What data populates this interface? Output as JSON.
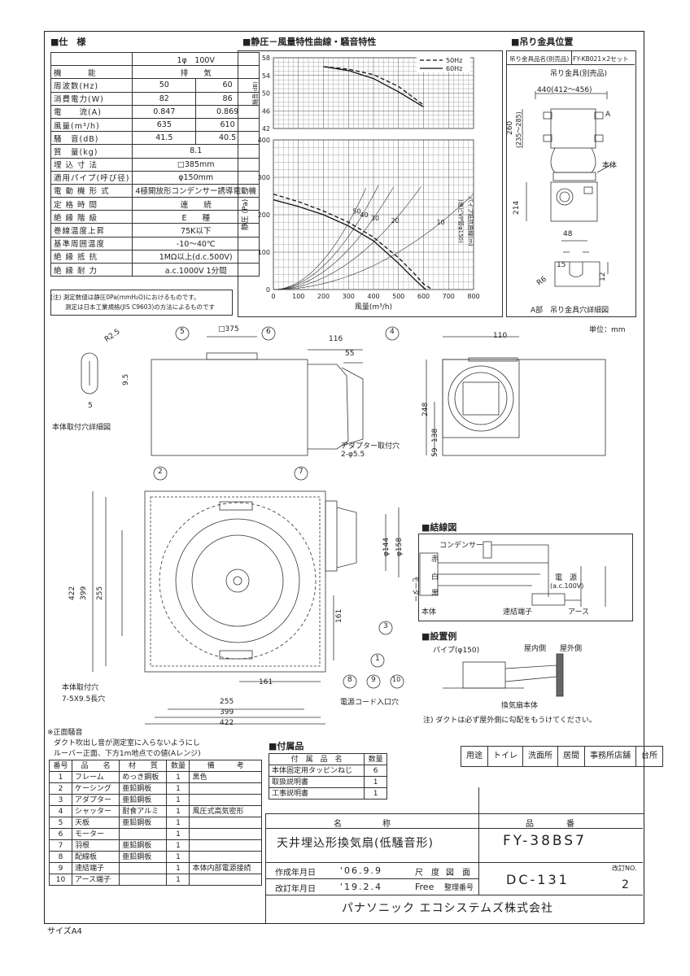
{
  "spec": {
    "title": "■仕　様",
    "phase": "1φ　100V",
    "rows": [
      {
        "label": "機　　　能",
        "v1": "排　　気",
        "v2": ""
      },
      {
        "label": "周波数(Hz)",
        "v1": "50",
        "v2": "60"
      },
      {
        "label": "消費電力(W)",
        "v1": "82",
        "v2": "86"
      },
      {
        "label": "電　　流(A)",
        "v1": "0.847",
        "v2": "0.869"
      },
      {
        "label": "風量(m³/h)",
        "v1": "635",
        "v2": "610"
      },
      {
        "label": "騒　音(dB)",
        "v1": "41.5",
        "v2": "40.5"
      },
      {
        "label": "質　量(kg)",
        "v1": "8.1",
        "v2": ""
      },
      {
        "label": "埋 込 寸 法",
        "v1": "□385mm",
        "v2": ""
      },
      {
        "label": "適用パイプ(呼び径)",
        "v1": "φ150mm",
        "v2": ""
      },
      {
        "label": "電 動 機 形 式",
        "v1": "4極開放形コンデンサー誘導電動機",
        "v2": ""
      },
      {
        "label": "定 格 時 間",
        "v1": "連　　続",
        "v2": ""
      },
      {
        "label": "絶 縁 階 級",
        "v1": "E　　種",
        "v2": ""
      },
      {
        "label": "巻線温度上昇",
        "v1": "75K以下",
        "v2": ""
      },
      {
        "label": "基準周囲温度",
        "v1": "-10～40℃",
        "v2": ""
      },
      {
        "label": "絶 縁 抵 抗",
        "v1": "1MΩ以上(d.c.500V)",
        "v2": ""
      },
      {
        "label": "絶 縁 耐 力",
        "v1": "a.c.1000V 1分間",
        "v2": ""
      }
    ],
    "note1": "(注) 測定数値は静圧0Pa(mmH₂O)におけるものです。",
    "note2": "測定は日本工業規格(JIS C9603)の方法によるものです"
  },
  "chart_title": "■静圧－風量特性曲線・騒音特性",
  "chart_data": {
    "type": "line",
    "xlabel": "風量(m³/h)",
    "ylabel": "静圧 (Pa)",
    "noise_ylabel": "騒音(dB)",
    "pipe_label_1": "パイプ抵抗曲線(m)",
    "pipe_label_2": "(塩ビVP管φ150)",
    "x_ticks": [
      "0",
      "100",
      "200",
      "300",
      "400",
      "500",
      "600",
      "700",
      "800"
    ],
    "y_ticks": [
      "0",
      "100",
      "200",
      "300",
      "400"
    ],
    "noise_ticks": [
      "42",
      "46",
      "50",
      "54",
      "58"
    ],
    "xlim": [
      0,
      800
    ],
    "ylim": [
      0,
      400
    ],
    "noise_ylim": [
      42,
      58
    ],
    "legend": [
      "50Hz",
      "60Hz"
    ],
    "series": [
      {
        "name": "50Hz",
        "x": [
          0,
          100,
          200,
          300,
          400,
          500,
          560,
          600,
          635
        ],
        "y": [
          255,
          235,
          210,
          180,
          140,
          85,
          45,
          15,
          0
        ]
      },
      {
        "name": "60Hz",
        "x": [
          0,
          100,
          200,
          300,
          400,
          500,
          560,
          600,
          610
        ],
        "y": [
          240,
          222,
          200,
          170,
          130,
          70,
          30,
          5,
          0
        ]
      }
    ],
    "noise_series": [
      {
        "name": "50Hz",
        "x": [
          200,
          300,
          400,
          500,
          600
        ],
        "y": [
          56.0,
          55.4,
          54.2,
          51.5,
          47.3
        ]
      },
      {
        "name": "60Hz",
        "x": [
          200,
          300,
          400,
          500,
          600
        ],
        "y": [
          56.0,
          55.1,
          53.3,
          50.3,
          46.9
        ]
      }
    ],
    "pipe_curves": [
      {
        "label": "50",
        "k": 0.00198
      },
      {
        "label": "40",
        "k": 0.00158
      },
      {
        "label": "30",
        "k": 0.00119
      },
      {
        "label": "20",
        "k": 0.00079
      },
      {
        "label": "10",
        "k": 0.0004
      }
    ]
  },
  "hanger": {
    "title": "■吊り金具位置",
    "head_left": "吊り金具品名(別売品)",
    "head_right": "FY-KB021×2セット",
    "sub": "吊り金具(別売品)",
    "dim_440": "440(412～456)",
    "dim_260": "260",
    "dim_260b": "(235～285)",
    "label_a": "A",
    "label_body": "本体",
    "dim_214": "214",
    "dim_48": "48",
    "dim_15": "15",
    "dim_12": "12",
    "dim_r6": "R6",
    "caption": "A部　吊り金具穴詳細図"
  },
  "unit": "単位：mm",
  "drawing": {
    "n1": "1",
    "n2": "2",
    "n3": "3",
    "n4": "4",
    "n5": "5",
    "n6": "6",
    "n7": "7",
    "n8": "8",
    "n9": "9",
    "n10": "10",
    "d375": "□375",
    "d116": "116",
    "d55": "55",
    "d110": "110",
    "d248": "248",
    "d138": "138",
    "d59": "59",
    "adapter": "アダプター取付穴",
    "adapter2": "2-φ5.5",
    "d144": "φ144",
    "d158": "φ158",
    "d422": "422",
    "d399": "399",
    "d255": "255",
    "d161": "161",
    "mount1": "本体取付穴",
    "mount2": "7-5X9.5長穴",
    "cord": "電源コード入口穴",
    "hole_r": "R2.5",
    "hole_95": "9.5",
    "hole_5": "5",
    "hole_caption": "本体取付穴詳細図"
  },
  "wiring": {
    "title": "■結線図",
    "capacitor": "コンデンサー",
    "red": "赤",
    "white": "白",
    "black": "黒",
    "motor": "モーター",
    "power": "電　源",
    "power2": "(a.c.100V)",
    "body": "本体",
    "terminal": "速結端子",
    "earth": "アース"
  },
  "install": {
    "title": "■設置例",
    "pipe": "パイプ(φ150)",
    "inside": "屋内側",
    "outside": "屋外側",
    "fan": "換気扇本体",
    "note": "注) ダクトは必ず屋外側に勾配をもうけてください。"
  },
  "usage": [
    "用途",
    "トイレ",
    "洗面所",
    "居間",
    "事務所店舗",
    "台所"
  ],
  "noise_note": {
    "l1": "※正面騒音",
    "l2": "ダクト吹出し音が測定室に入らないようにし",
    "l3": "ルーバー正面、下方1m地点での値(Aレンジ)"
  },
  "parts": {
    "head": [
      "番号",
      "品　　名",
      "材　　質",
      "数量",
      "備　　　考"
    ],
    "rows": [
      [
        "1",
        "フレーム",
        "めっき鋼板",
        "1",
        "黒色"
      ],
      [
        "2",
        "ケーシング",
        "亜鉛鋼板",
        "1",
        ""
      ],
      [
        "3",
        "アダプター",
        "亜鉛鋼板",
        "1",
        ""
      ],
      [
        "4",
        "シャッター",
        "耐食アルミ",
        "1",
        "風圧式高気密形"
      ],
      [
        "5",
        "天板",
        "亜鉛鋼板",
        "1",
        ""
      ],
      [
        "6",
        "モーター",
        "",
        "1",
        ""
      ],
      [
        "7",
        "羽根",
        "亜鉛鋼板",
        "1",
        ""
      ],
      [
        "8",
        "配線板",
        "亜鉛鋼板",
        "1",
        ""
      ],
      [
        "9",
        "速結端子",
        "",
        "1",
        "本体内部電源接続"
      ],
      [
        "10",
        "アース端子",
        "",
        "1",
        ""
      ]
    ]
  },
  "accessories": {
    "title": "■付属品",
    "head": [
      "付　属　品　名",
      "数量"
    ],
    "rows": [
      [
        "本体固定用タッピンねじ",
        "6"
      ],
      [
        "取扱説明書",
        "1"
      ],
      [
        "工事説明書",
        "1"
      ]
    ]
  },
  "titleblock": {
    "name_h": "名　　　　　称",
    "num_h": "品　　　　番",
    "name": "天井埋込形換気扇(低騒音形)",
    "model": "FY-38BS7",
    "created_l": "作成年月日",
    "created": "'06.9.9",
    "revised_l": "改訂年月日",
    "revised": "'19.2.4",
    "scale_l": "尺　度",
    "scale": "Free",
    "fig_l": "図　面",
    "ref_l": "整理番号",
    "dwg": "DC-131",
    "rev_l": "改訂NO.",
    "rev": "2",
    "company": "パナソニック エコシステムズ株式会社"
  },
  "size": "サイズA4"
}
